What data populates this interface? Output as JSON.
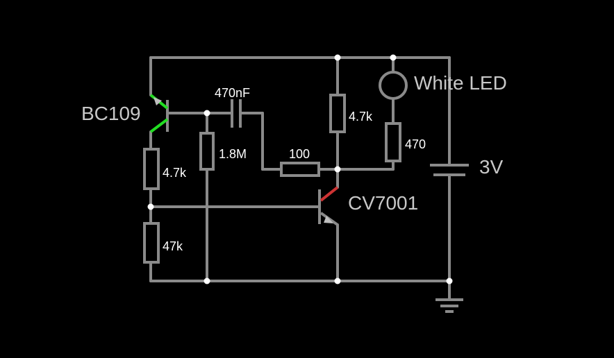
{
  "components": {
    "q1": {
      "label": "BC109"
    },
    "q2": {
      "label": "CV7001"
    },
    "c1": {
      "label": "470nF"
    },
    "r_1_8m": {
      "label": "1.8M"
    },
    "r_100": {
      "label": "100"
    },
    "r_4_7k_top": {
      "label": "4.7k"
    },
    "r_470": {
      "label": "470"
    },
    "r_4_7k_left": {
      "label": "4.7k"
    },
    "r_47k": {
      "label": "47k"
    },
    "led": {
      "label": "White LED"
    },
    "battery": {
      "label": "3V"
    }
  },
  "colors": {
    "background": "#000000",
    "wire": "#8a8a8a",
    "junction": "#ffffff",
    "large_label": "#c8c8c8",
    "small_label": "#ffffff",
    "active_green": "#22dd22",
    "active_red": "#cc3333"
  }
}
